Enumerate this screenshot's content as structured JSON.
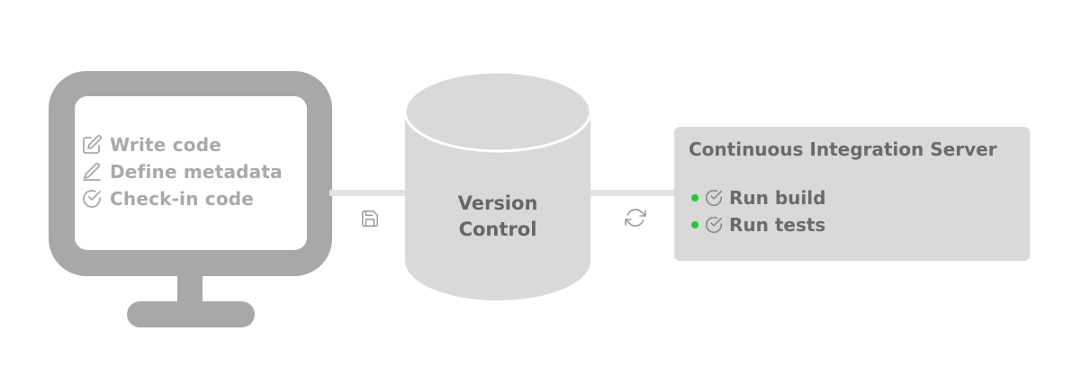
{
  "developer": {
    "tasks": [
      {
        "icon": "edit-icon",
        "label": "Write code"
      },
      {
        "icon": "pencil-icon",
        "label": "Define metadata"
      },
      {
        "icon": "check-circle-icon",
        "label": "Check-in code"
      }
    ]
  },
  "version_control": {
    "line1": "Version",
    "line2": "Control"
  },
  "connectors": {
    "left_icon": "save-icon",
    "right_icon": "sync-icon"
  },
  "ci_server": {
    "title": "Continuous Integration Server",
    "steps": [
      {
        "label": "Run build",
        "status_color": "#22c53a"
      },
      {
        "label": "Run tests",
        "status_color": "#22c53a"
      }
    ]
  },
  "colors": {
    "monitor": "#a8a8a8",
    "database": "#d9d9d9",
    "ci_box": "#d9d9d9",
    "task_text": "#a9a9a9",
    "label_text": "#666666",
    "status_dot": "#22c53a"
  }
}
